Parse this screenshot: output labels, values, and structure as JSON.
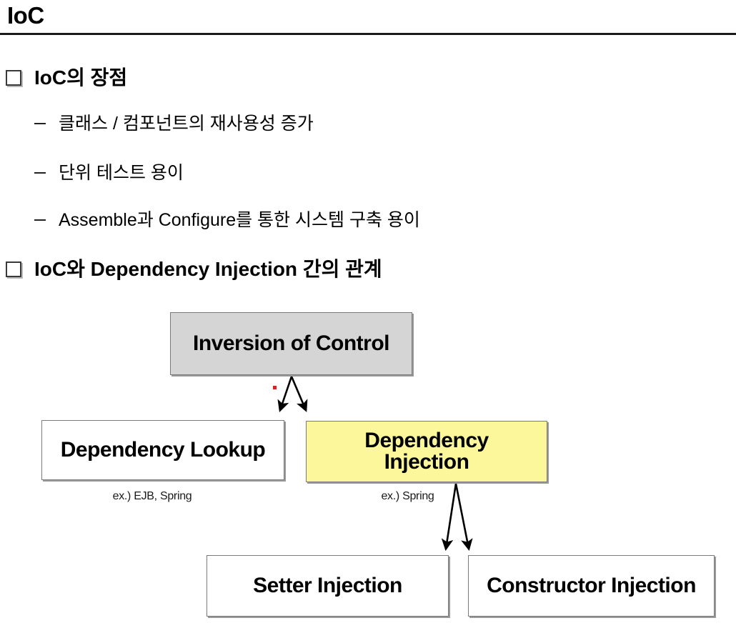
{
  "slide": {
    "title": "IoC"
  },
  "bullets": [
    {
      "level": 1,
      "text": "IoC의 장점",
      "marker": "hollow-square"
    },
    {
      "level": 2,
      "text": "클래스 / 컴포넌트의 재사용성 증가",
      "marker": "dash"
    },
    {
      "level": 2,
      "text": "단위 테스트 용이",
      "marker": "dash"
    },
    {
      "level": 2,
      "text": "Assemble과 Configure를 통한 시스템 구축 용이",
      "marker": "dash"
    },
    {
      "level": 1,
      "text": "IoC와 Dependency Injection 간의 관계",
      "marker": "hollow-square"
    }
  ],
  "diagram": {
    "nodes": [
      {
        "id": "inversion-of-control",
        "label": "Inversion of Control",
        "fill": "#d5d5d5",
        "border": "#7a7a7a"
      },
      {
        "id": "dependency-lookup",
        "label": "Dependency Lookup",
        "fill": "#ffffff",
        "border": "#7a7a7a"
      },
      {
        "id": "dependency-injection",
        "label": "Dependency Injection",
        "label_line1": "Dependency",
        "label_line2": "Injection",
        "fill": "#fbf79a",
        "border": "#7a7a7a"
      },
      {
        "id": "setter-injection",
        "label": "Setter Injection",
        "fill": "#ffffff",
        "border": "#7a7a7a"
      },
      {
        "id": "constructor-injection",
        "label": "Constructor Injection",
        "fill": "#ffffff",
        "border": "#7a7a7a"
      }
    ],
    "captions": [
      {
        "id": "dependency-lookup-caption",
        "text": "ex.) EJB, Spring"
      },
      {
        "id": "dependency-injection-caption",
        "text": "ex.) Spring"
      }
    ],
    "edges": [
      {
        "from": "inversion-of-control",
        "to": "dependency-lookup"
      },
      {
        "from": "inversion-of-control",
        "to": "dependency-injection"
      },
      {
        "from": "dependency-injection",
        "to": "setter-injection"
      },
      {
        "from": "dependency-injection",
        "to": "constructor-injection"
      }
    ]
  }
}
